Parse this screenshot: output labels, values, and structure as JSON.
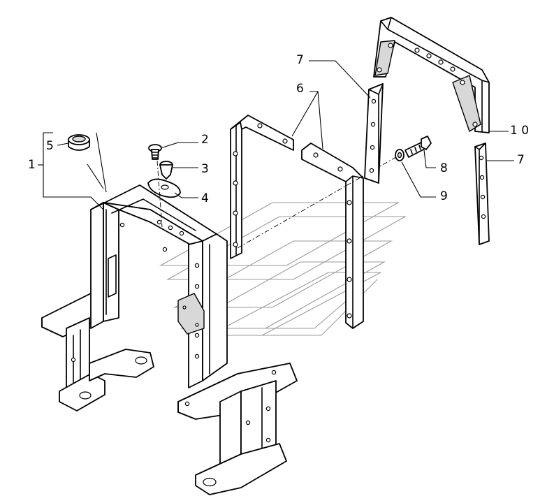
{
  "callouts": [
    {
      "id": "1",
      "text": "1"
    },
    {
      "id": "2",
      "text": "2"
    },
    {
      "id": "3",
      "text": "3"
    },
    {
      "id": "4",
      "text": "4"
    },
    {
      "id": "5",
      "text": "5"
    },
    {
      "id": "6",
      "text": "6"
    },
    {
      "id": "7a",
      "text": "7"
    },
    {
      "id": "7b",
      "text": "7"
    },
    {
      "id": "8",
      "text": "8"
    },
    {
      "id": "9",
      "text": "9"
    },
    {
      "id": "10",
      "text": "1 0"
    }
  ]
}
